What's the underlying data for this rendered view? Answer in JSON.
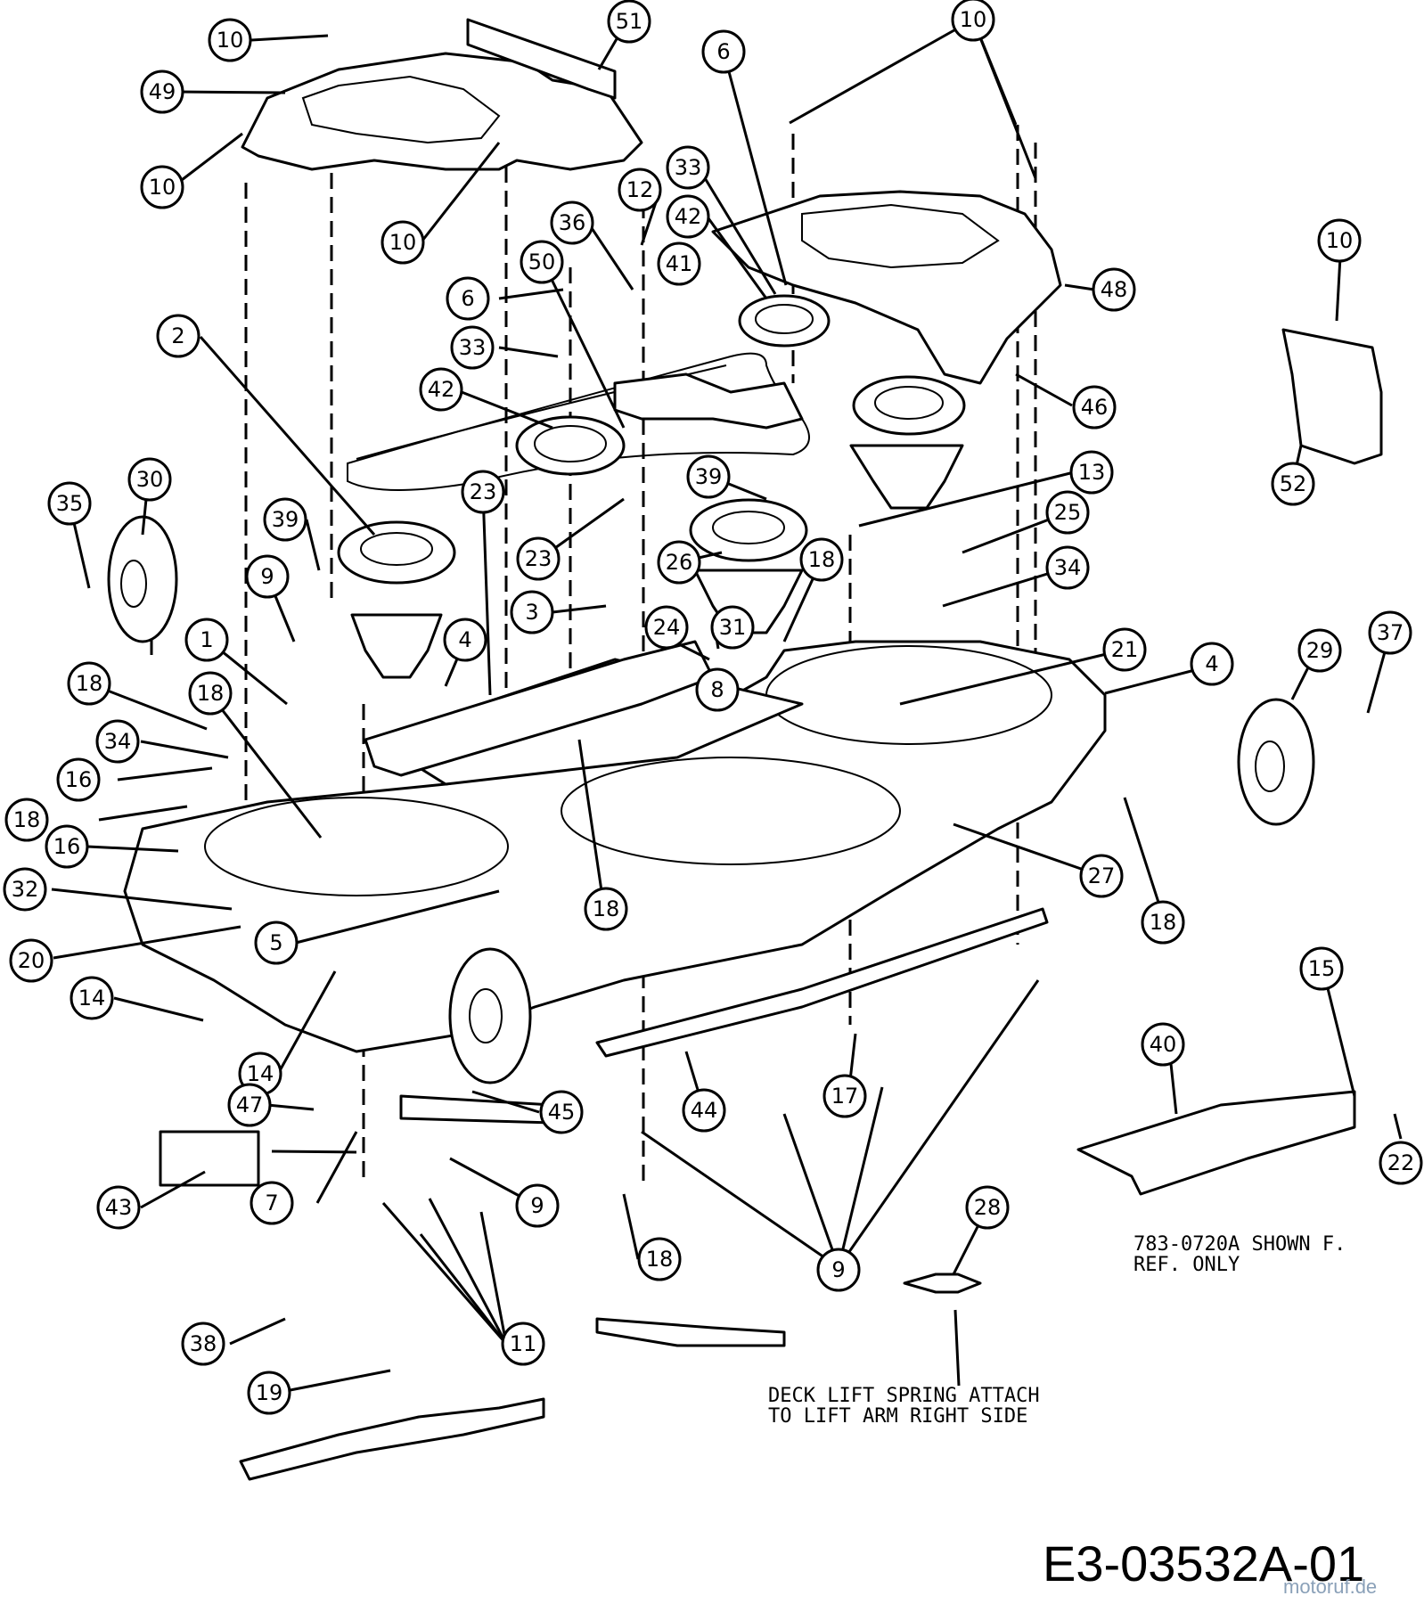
{
  "notes": {
    "shown_for_ref": "783-0720A SHOWN F.\nREF. ONLY",
    "spring_attach": "DECK LIFT SPRING ATTACH\nTO LIFT ARM RIGHT SIDE"
  },
  "drawing_number": "E3-03532A-01",
  "watermark": "motoruf.de",
  "callouts": [
    "10",
    "51",
    "10",
    "49",
    "10",
    "10",
    "6",
    "10",
    "33",
    "42",
    "12",
    "36",
    "50",
    "41",
    "48",
    "6",
    "33",
    "2",
    "42",
    "10",
    "46",
    "52",
    "30",
    "35",
    "39",
    "23",
    "39",
    "13",
    "23",
    "25",
    "26",
    "9",
    "18",
    "3",
    "34",
    "1",
    "4",
    "24",
    "31",
    "21",
    "4",
    "29",
    "37",
    "18",
    "18",
    "8",
    "34",
    "16",
    "18",
    "16",
    "32",
    "5",
    "18",
    "27",
    "18",
    "20",
    "14",
    "14",
    "47",
    "45",
    "44",
    "17",
    "43",
    "7",
    "9",
    "40",
    "15",
    "22",
    "18",
    "9",
    "28",
    "38",
    "11",
    "19"
  ]
}
